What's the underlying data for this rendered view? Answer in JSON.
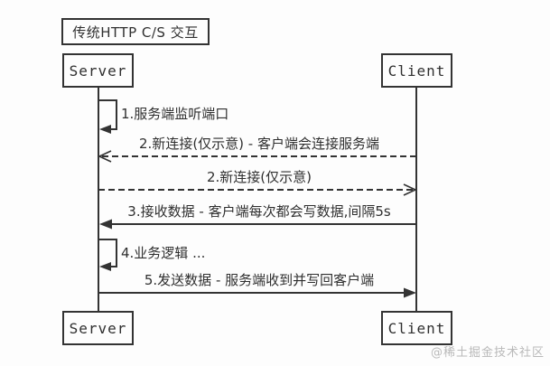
{
  "diagram": {
    "title": "传统HTTP C/S 交互",
    "actors": {
      "server": "Server",
      "client": "Client"
    },
    "messages": [
      {
        "label": "1.服务端监听端口",
        "type": "self-message",
        "from": "Server",
        "to": "Server"
      },
      {
        "label": "2.新连接(仅示意) - 客户端会连接服务端",
        "type": "dashed-arrow",
        "from": "Client",
        "to": "Server"
      },
      {
        "label": "2.新连接(仅示意)",
        "type": "dashed-arrow",
        "from": "Server",
        "to": "Client"
      },
      {
        "label": "3.接收数据 - 客户端每次都会写数据,间隔5s",
        "type": "solid-arrow",
        "from": "Client",
        "to": "Server"
      },
      {
        "label": "4.业务逻辑 ...",
        "type": "self-message",
        "from": "Server",
        "to": "Server"
      },
      {
        "label": "5.发送数据 - 服务端收到并写回客户端",
        "type": "solid-arrow",
        "from": "Server",
        "to": "Client"
      }
    ],
    "watermark": "@稀土掘金技术社区",
    "colors": {
      "line": "#333333",
      "text": "#2f2f2f",
      "watermark": "#b9b9b9",
      "background": "#fdfdfd"
    }
  }
}
